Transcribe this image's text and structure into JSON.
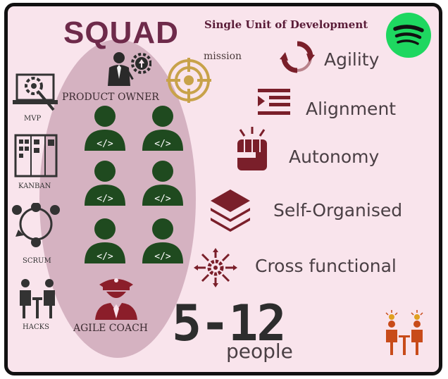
{
  "title": "SQUAD",
  "subtitle": "Single Unit of Development",
  "mission_label": "mission",
  "roles": {
    "product_owner": "PRODUCT OWNER",
    "agile_coach": "AGILE COACH"
  },
  "practices": [
    {
      "label": "MVP",
      "icon": "mvp-gear-laptop-icon"
    },
    {
      "label": "KANBAN",
      "icon": "kanban-board-icon"
    },
    {
      "label": "SCRUM",
      "icon": "scrum-cycle-icon"
    },
    {
      "label": "HACKS",
      "icon": "hack-pair-icon"
    }
  ],
  "principles": [
    {
      "label": "Agility",
      "icon": "cycle-arrows-icon"
    },
    {
      "label": "Alignment",
      "icon": "align-list-icon"
    },
    {
      "label": "Autonomy",
      "icon": "raised-fist-icon"
    },
    {
      "label": "Self-Organised",
      "icon": "stacked-layers-icon"
    },
    {
      "label": "Cross functional",
      "icon": "gear-arrows-icon"
    }
  ],
  "team_size": "5-12",
  "team_size_unit": "people",
  "colors": {
    "background": "#f9e4ec",
    "accent_maroon": "#7a1f2a",
    "title": "#6e2a4a",
    "developer": "#1f4a1f",
    "spotify_green": "#1ed760",
    "mission_gold": "#c8a24a",
    "hacks_orange": "#c84b1a"
  },
  "developers_count": 6
}
